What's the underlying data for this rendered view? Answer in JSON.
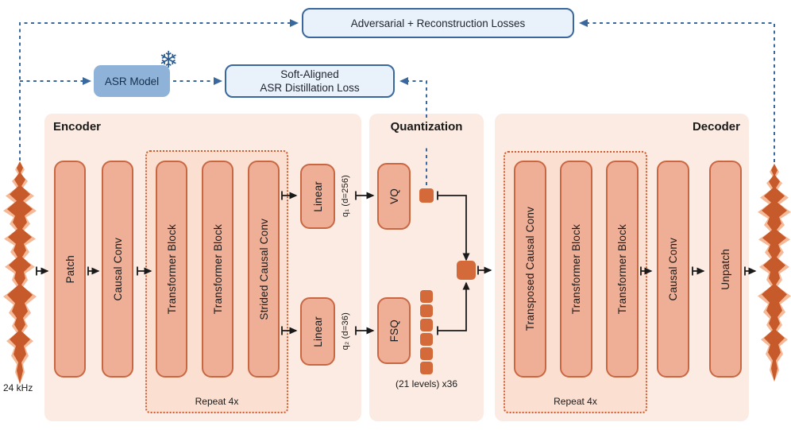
{
  "colors": {
    "panel-bg": "#fcebe2",
    "repeat-bg": "#fbdfd1",
    "block-fill": "#efae96",
    "block-border": "#c96743",
    "dotted-border": "#cf5f33",
    "square-fill": "#d4693a",
    "loss-fill": "#e9f1fa",
    "loss-border": "#3a679c",
    "asr-fill": "#8fb2d9",
    "accent-blue": "#39689f",
    "ink": "#1a1a1a",
    "wave-dark": "#c65a2a",
    "wave-light": "#f3a87d"
  },
  "top": {
    "adversarial_loss": "Adversarial + Reconstruction Losses",
    "asr_model": "ASR Model",
    "distill_line1": "Soft-Aligned",
    "distill_line2": "ASR Distillation Loss",
    "snowflake_icon": "❄"
  },
  "encoder": {
    "title": "Encoder",
    "patch": "Patch",
    "causal_conv": "Causal Conv",
    "transformer1": "Transformer Block",
    "transformer2": "Transformer Block",
    "strided_conv": "Strided Causal Conv",
    "repeat": "Repeat 4x",
    "linear1": "Linear",
    "linear2": "Linear",
    "q1": "q₁ (d=256)",
    "q2": "q₂ (d=36)"
  },
  "quantization": {
    "title": "Quantization",
    "vq": "VQ",
    "fsq": "FSQ",
    "levels": "(21 levels) x36"
  },
  "decoder": {
    "title": "Decoder",
    "transposed_conv": "Transposed Causal Conv",
    "transformer1": "Transformer Block",
    "transformer2": "Transformer Block",
    "causal_conv": "Causal Conv",
    "unpatch": "Unpatch",
    "repeat": "Repeat 4x"
  },
  "io": {
    "input_rate": "24 kHz"
  }
}
